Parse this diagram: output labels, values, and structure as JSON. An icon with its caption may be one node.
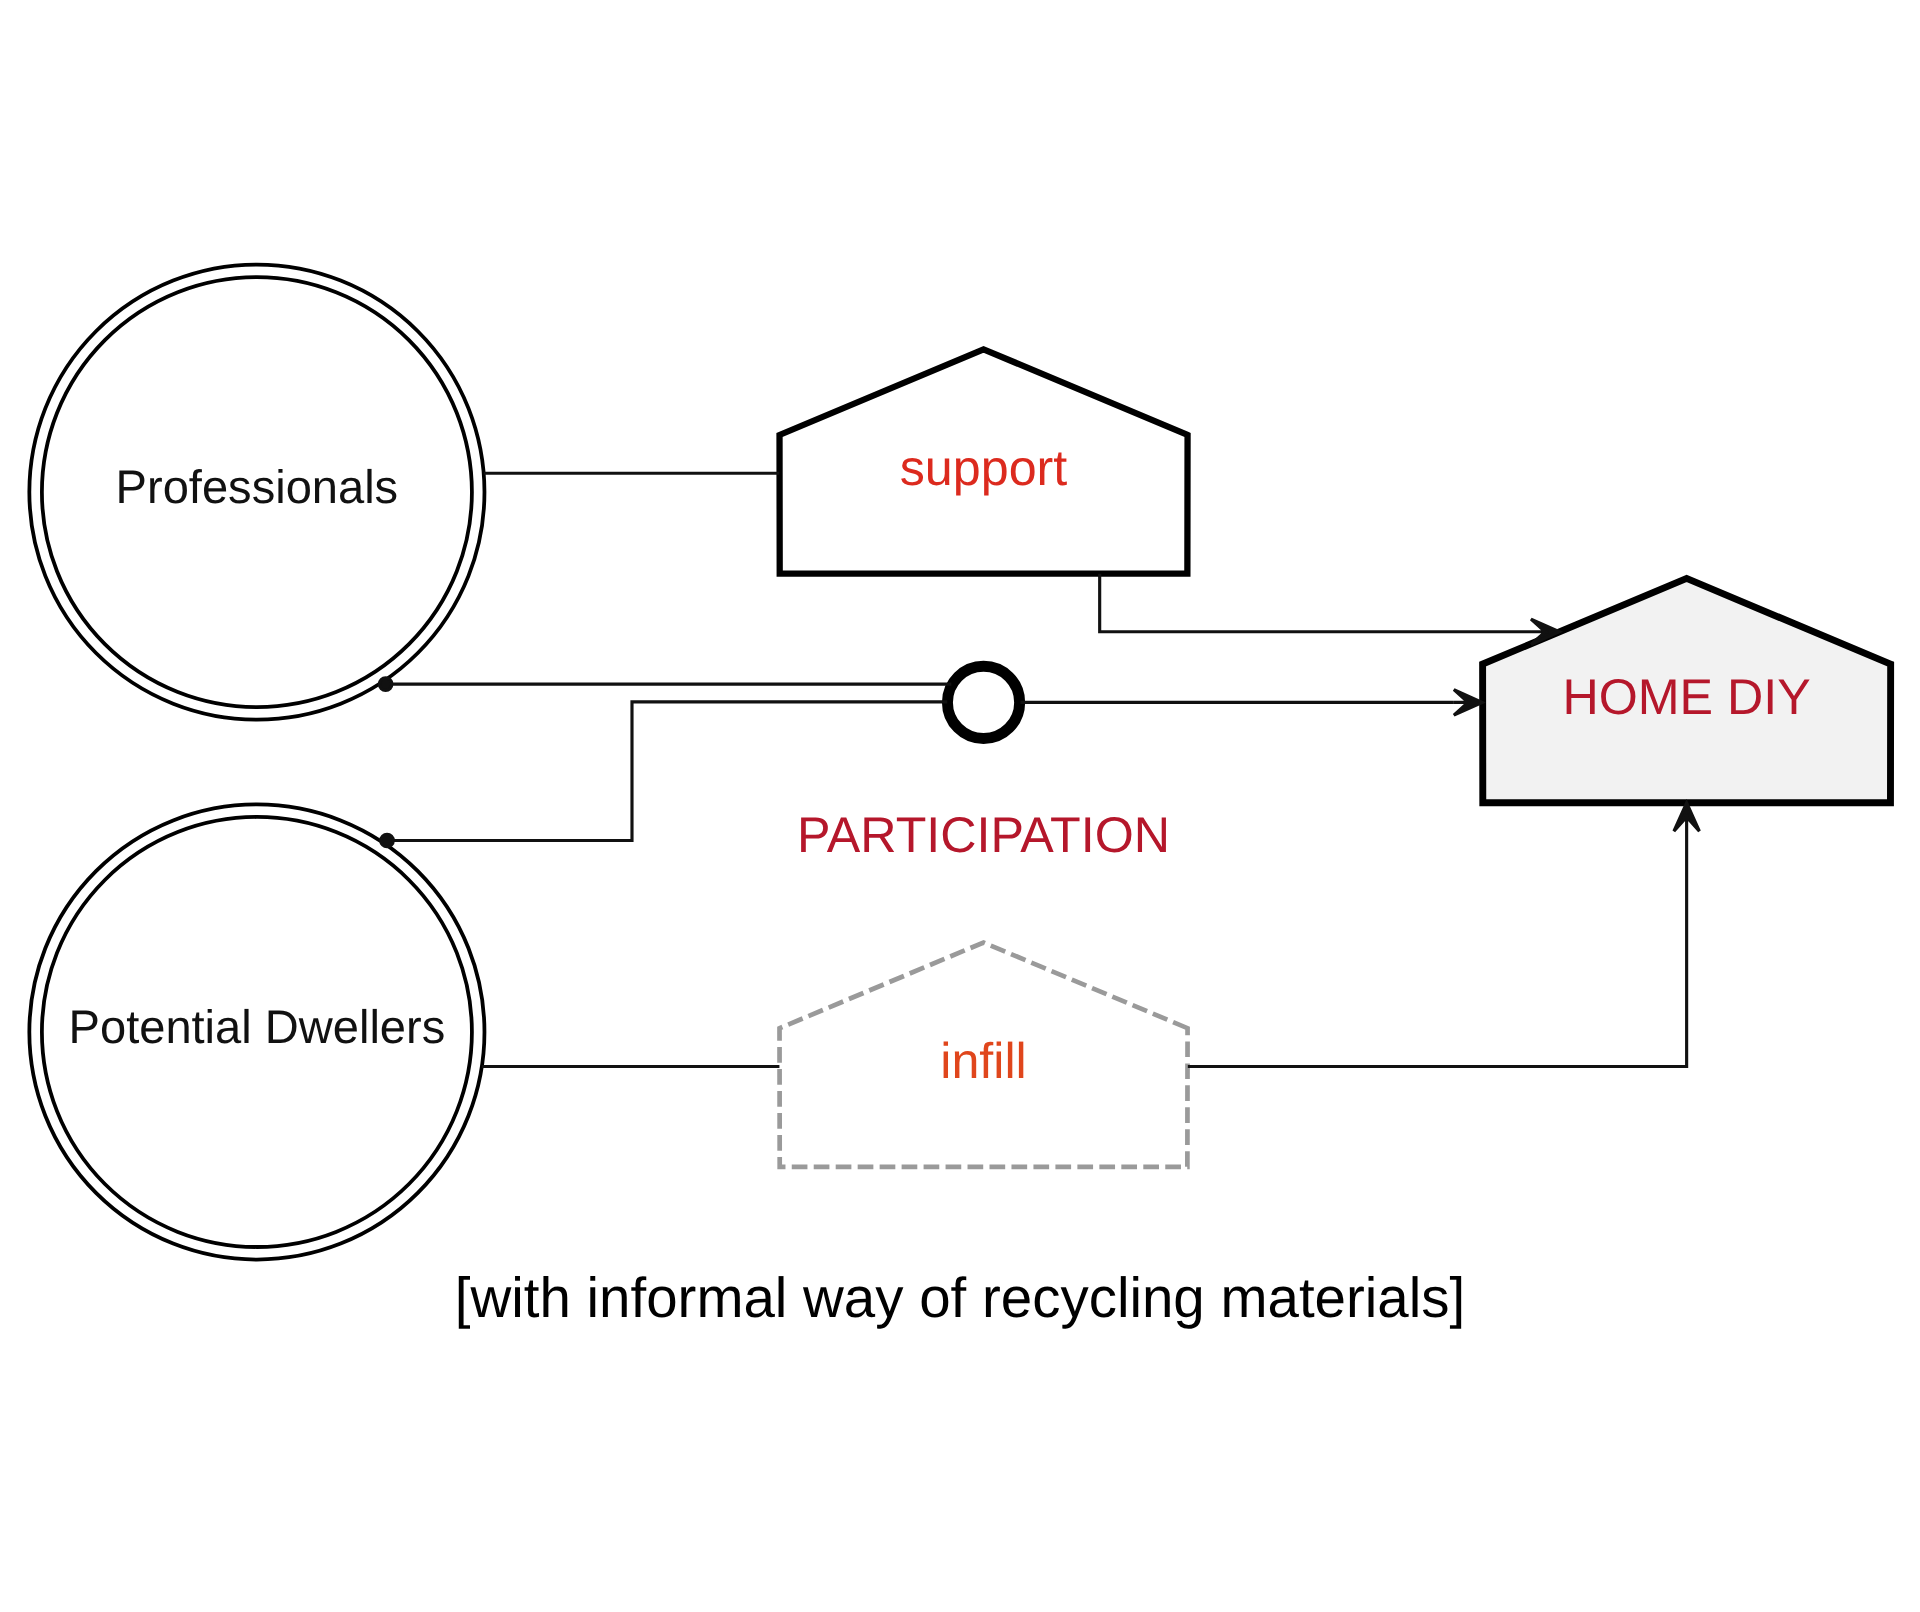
{
  "diagram": {
    "caption": "[with informal way of recycling materials]",
    "nodes": [
      {
        "text": [
          "Professionals"
        ]
      },
      {
        "text": [
          "Potential Dwellers"
        ]
      },
      {
        "text": [
          "support"
        ]
      },
      {
        "text": [],
        "shape": "circle",
        "beside": [
          "PARTICIPATION"
        ]
      },
      {
        "text": [
          "HOME DIY"
        ]
      },
      {
        "text": [
          "infill"
        ]
      }
    ],
    "edges": [
      {
        "from": 0,
        "to": 2,
        "arrow": "none"
      },
      {
        "from": 2,
        "to": 4,
        "arrow": "to"
      },
      {
        "from": 0,
        "to": 3,
        "arrow": "other"
      },
      {
        "from": 1,
        "to": 3,
        "arrow": "other"
      },
      {
        "from": 3,
        "to": 4,
        "arrow": "to"
      },
      {
        "from": 1,
        "to": 5,
        "arrow": "none"
      },
      {
        "from": 5,
        "to": 4,
        "arrow": "to"
      }
    ]
  }
}
